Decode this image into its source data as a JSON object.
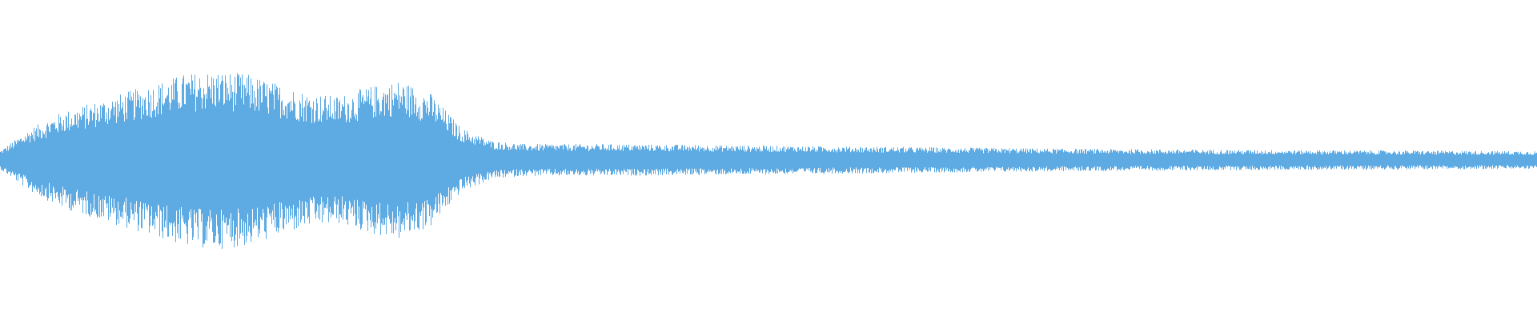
{
  "waveform": {
    "color": "#5eaae3",
    "background": "#ffffff",
    "centerline_fraction": 0.5,
    "envelope_peaks": [
      {
        "t": 0.0,
        "amp": 0.03
      },
      {
        "t": 0.02,
        "amp": 0.1
      },
      {
        "t": 0.04,
        "amp": 0.15
      },
      {
        "t": 0.06,
        "amp": 0.18
      },
      {
        "t": 0.08,
        "amp": 0.21
      },
      {
        "t": 0.1,
        "amp": 0.24
      },
      {
        "t": 0.12,
        "amp": 0.27
      },
      {
        "t": 0.14,
        "amp": 0.28
      },
      {
        "t": 0.16,
        "amp": 0.27
      },
      {
        "t": 0.18,
        "amp": 0.24
      },
      {
        "t": 0.2,
        "amp": 0.21
      },
      {
        "t": 0.22,
        "amp": 0.2
      },
      {
        "t": 0.24,
        "amp": 0.23
      },
      {
        "t": 0.26,
        "amp": 0.25
      },
      {
        "t": 0.28,
        "amp": 0.21
      },
      {
        "t": 0.3,
        "amp": 0.1
      },
      {
        "t": 0.32,
        "amp": 0.06
      },
      {
        "t": 0.34,
        "amp": 0.05
      },
      {
        "t": 0.4,
        "amp": 0.05
      },
      {
        "t": 0.5,
        "amp": 0.045
      },
      {
        "t": 0.6,
        "amp": 0.04
      },
      {
        "t": 0.7,
        "amp": 0.035
      },
      {
        "t": 0.8,
        "amp": 0.032
      },
      {
        "t": 0.9,
        "amp": 0.03
      },
      {
        "t": 1.0,
        "amp": 0.028
      }
    ]
  }
}
